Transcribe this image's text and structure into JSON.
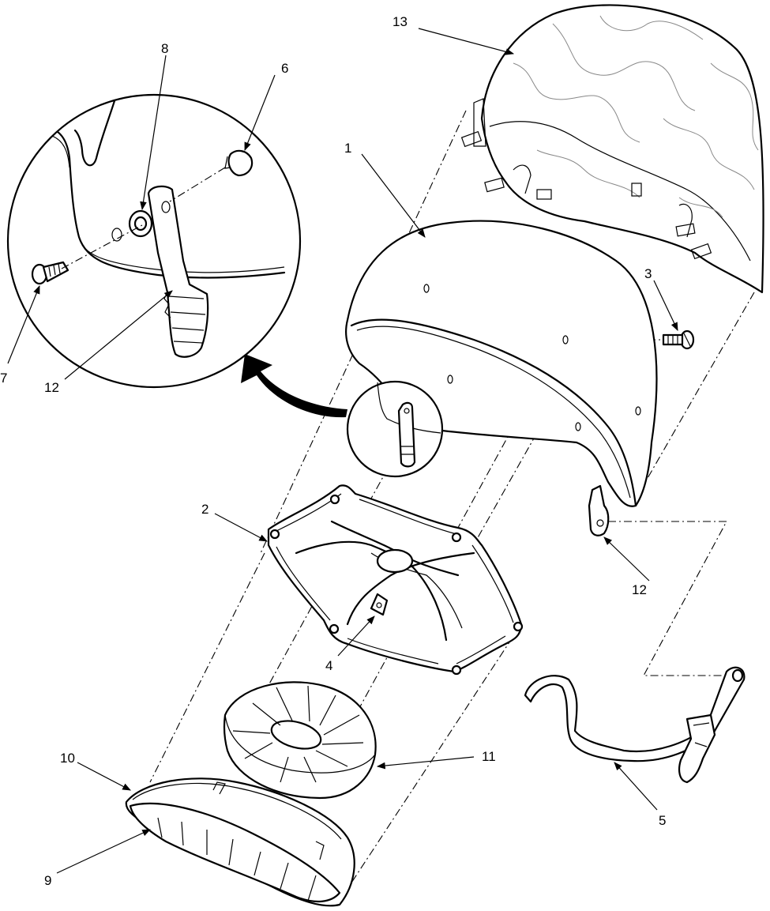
{
  "callouts": [
    {
      "id": "helmet-shell",
      "label": "1"
    },
    {
      "id": "suspension-crown",
      "label": "2"
    },
    {
      "id": "screw",
      "label": "3"
    },
    {
      "id": "crown-fastener",
      "label": "4"
    },
    {
      "id": "chinstrap",
      "label": "5"
    },
    {
      "id": "plug",
      "label": "6"
    },
    {
      "id": "bolt",
      "label": "7"
    },
    {
      "id": "washer",
      "label": "8"
    },
    {
      "id": "headband-liner",
      "label": "9"
    },
    {
      "id": "headband",
      "label": "10"
    },
    {
      "id": "crown-pad",
      "label": "11"
    },
    {
      "id": "tab-clip-detail",
      "label": "12"
    },
    {
      "id": "tab-clip",
      "label": "12"
    },
    {
      "id": "camouflage-cover",
      "label": "13"
    }
  ]
}
